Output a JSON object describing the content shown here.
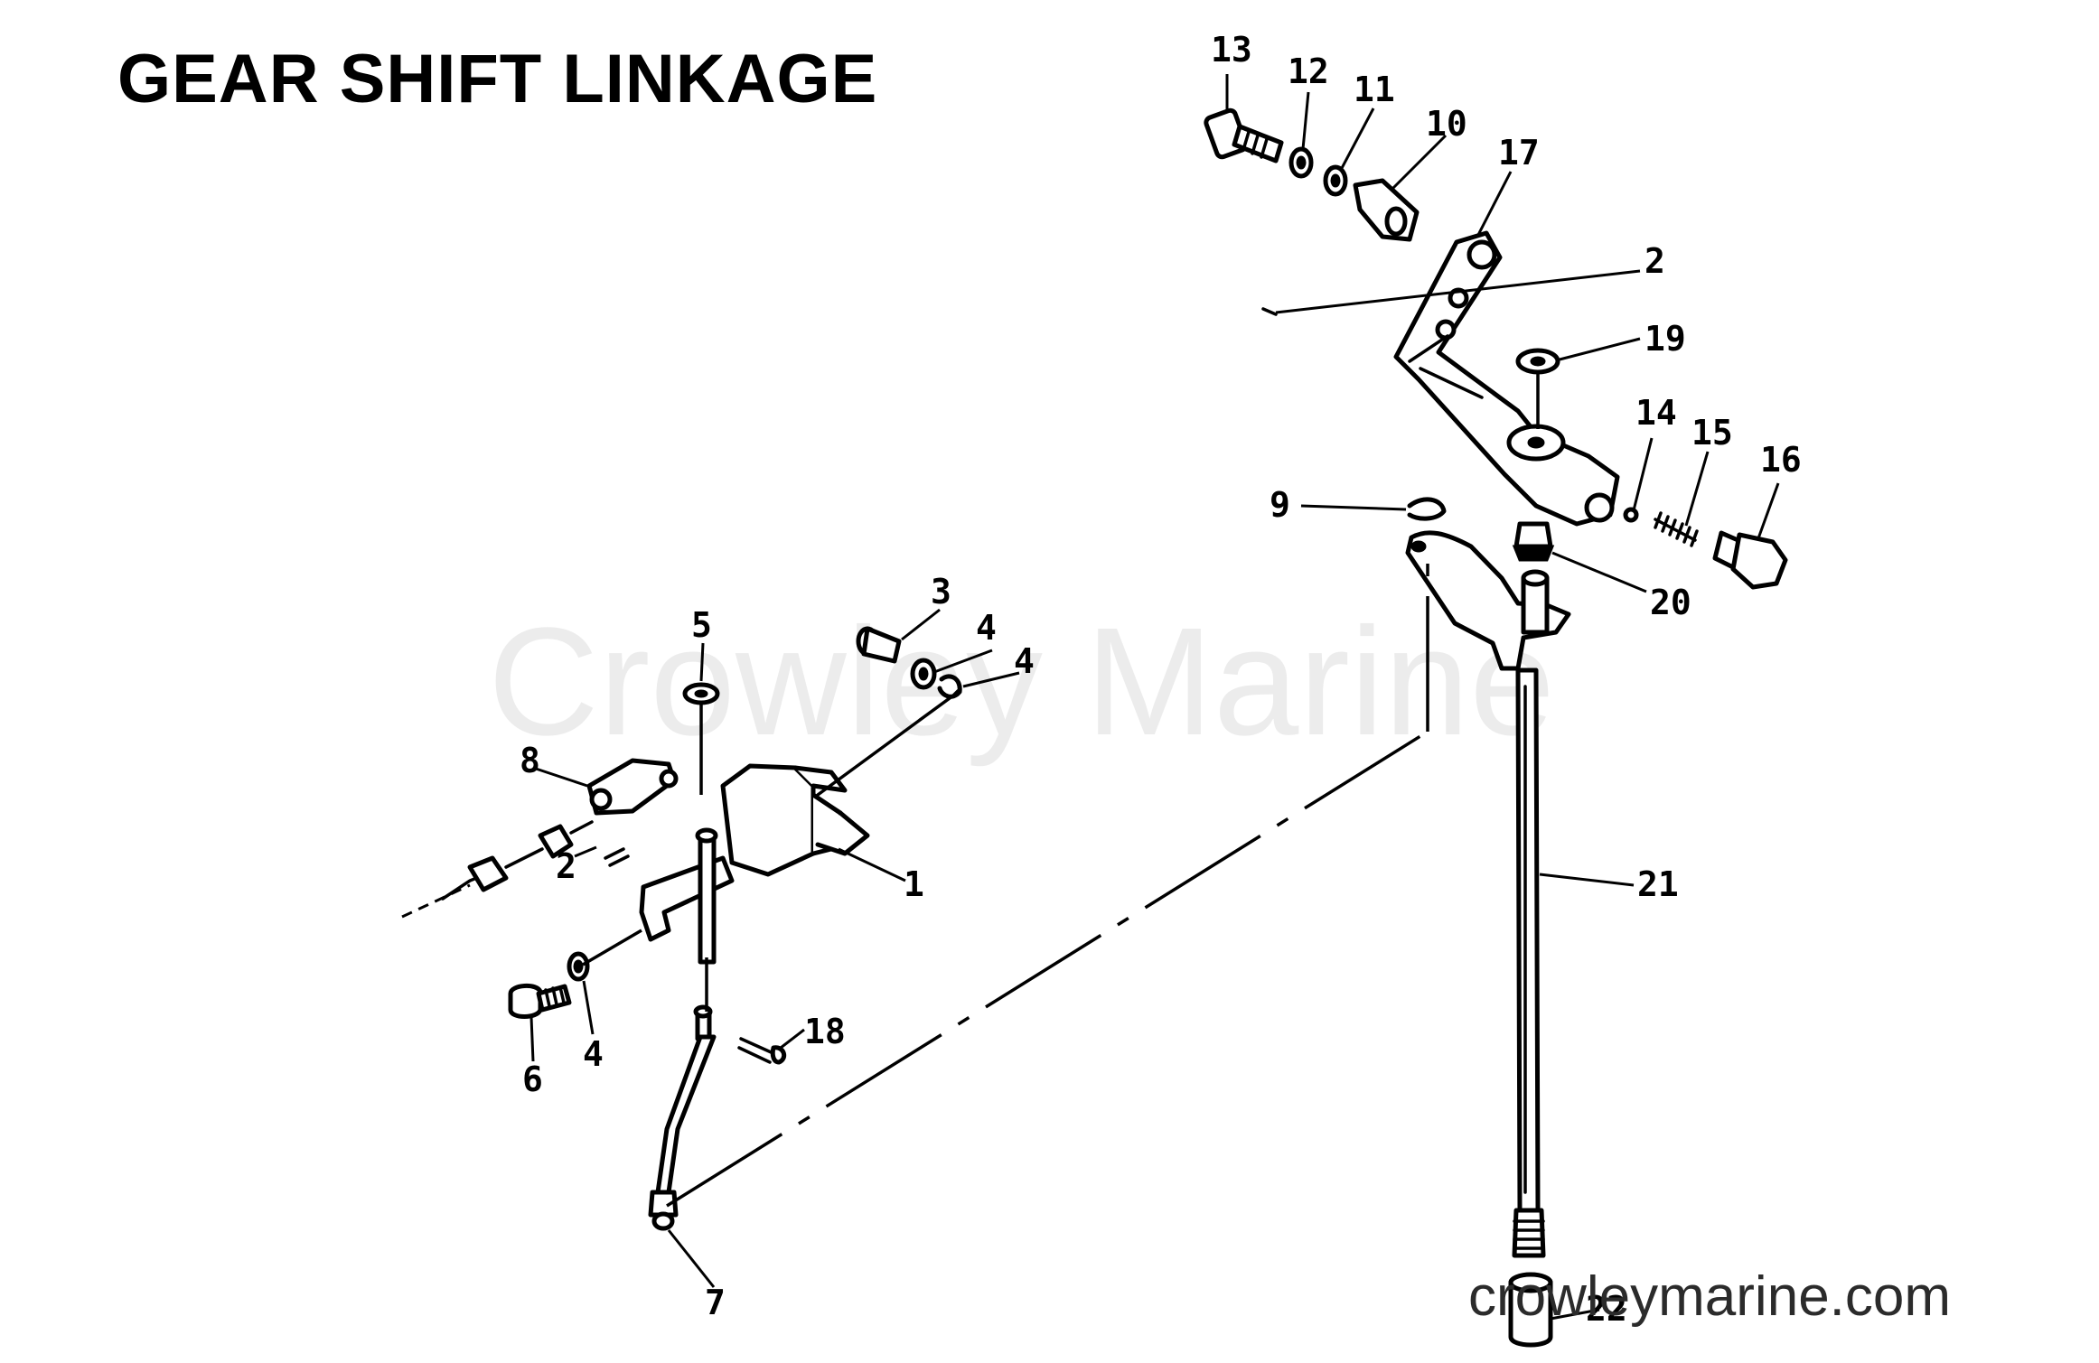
{
  "diagram": {
    "title": "GEAR SHIFT LINKAGE",
    "watermark": "Crowley Marine",
    "website": "crowleymarine.com"
  },
  "callouts": [
    {
      "id": "c13",
      "label": "13"
    },
    {
      "id": "c12",
      "label": "12"
    },
    {
      "id": "c11",
      "label": "11"
    },
    {
      "id": "c10",
      "label": "10"
    },
    {
      "id": "c17",
      "label": "17"
    },
    {
      "id": "c2a",
      "label": "2"
    },
    {
      "id": "c19",
      "label": "19"
    },
    {
      "id": "c14",
      "label": "14"
    },
    {
      "id": "c15",
      "label": "15"
    },
    {
      "id": "c16",
      "label": "16"
    },
    {
      "id": "c9",
      "label": "9"
    },
    {
      "id": "c20",
      "label": "20"
    },
    {
      "id": "c3",
      "label": "3"
    },
    {
      "id": "c4a",
      "label": "4"
    },
    {
      "id": "c4b",
      "label": "4"
    },
    {
      "id": "c5",
      "label": "5"
    },
    {
      "id": "c8",
      "label": "8"
    },
    {
      "id": "c1",
      "label": "1"
    },
    {
      "id": "c2b",
      "label": "2"
    },
    {
      "id": "c21",
      "label": "21"
    },
    {
      "id": "c18",
      "label": "18"
    },
    {
      "id": "c6",
      "label": "6"
    },
    {
      "id": "c4c",
      "label": "4"
    },
    {
      "id": "c7",
      "label": "7"
    },
    {
      "id": "c22",
      "label": "22"
    }
  ]
}
